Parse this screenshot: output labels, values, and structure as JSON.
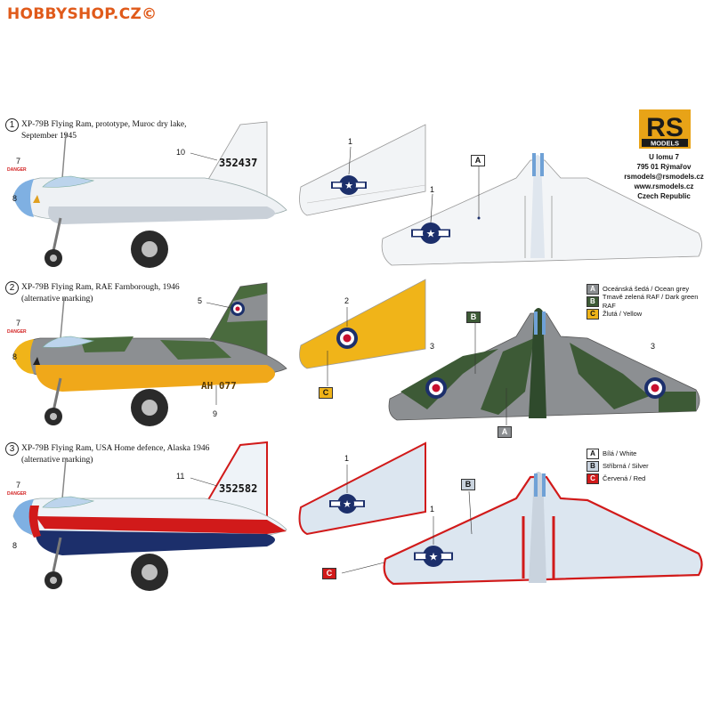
{
  "watermark": "HOBBYSHOP.CZ©",
  "logo": {
    "letters": "RS",
    "sub": "MODELS"
  },
  "address": [
    "U lomu 7",
    "795 01 Rýmařov",
    "rsmodels@rsmodels.cz",
    "www.rsmodels.cz",
    "Czech Republic"
  ],
  "variants": [
    {
      "number": "1",
      "title_line1": "XP-79B Flying Ram, prototype, Muroc dry lake,",
      "title_line2": "September 1945",
      "serial": "352437",
      "callouts": {
        "tail": "10",
        "danger_num": "7",
        "danger": "DANGER",
        "nose": "8",
        "wing_small": "1",
        "wing_big": "1"
      },
      "box": "A"
    },
    {
      "number": "2",
      "title_line1": "XP-79B Flying Ram, RAE Farnborough, 1946",
      "title_line2": "(alternative marking)",
      "code": "AH 077",
      "callouts": {
        "tail": "5",
        "danger_num": "7",
        "danger": "DANGER",
        "nose": "8",
        "belly": "9",
        "wing_small": "2",
        "left_wing": "3",
        "right_wing": "3"
      },
      "boxes": [
        "B",
        "C",
        "A"
      ]
    },
    {
      "number": "3",
      "title_line1": "XP-79B Flying Ram, USA Home defence, Alaska 1946",
      "title_line2": "(alternative marking)",
      "serial": "352582",
      "callouts": {
        "tail": "11",
        "danger_num": "7",
        "danger": "DANGER",
        "nose": "8",
        "wing_small": "1",
        "wing_big": "1"
      },
      "boxes": [
        "B",
        "C"
      ]
    }
  ],
  "legend2": [
    {
      "letter": "A",
      "text": "Oceánská šedá / Ocean grey",
      "color": "#8c8f92"
    },
    {
      "letter": "B",
      "text": "Tmavě zelená RAF / Dark green RAF",
      "color": "#3d5a36"
    },
    {
      "letter": "C",
      "text": "Žlutá / Yellow",
      "color": "#f0b419"
    }
  ],
  "legend3": [
    {
      "letter": "A",
      "text": "Bílá / White",
      "color": "#ffffff"
    },
    {
      "letter": "B",
      "text": "Stříbrná / Silver",
      "color": "#c9d3de"
    },
    {
      "letter": "C",
      "text": "Červená / Red",
      "color": "#d11a1a"
    }
  ],
  "colors": {
    "yellow": "#f0b419",
    "dark_green": "#3d5a36",
    "ocean_grey": "#8c8f92",
    "red": "#d11a1a",
    "silver": "#d7dee6",
    "navy": "#1c2f6b"
  }
}
